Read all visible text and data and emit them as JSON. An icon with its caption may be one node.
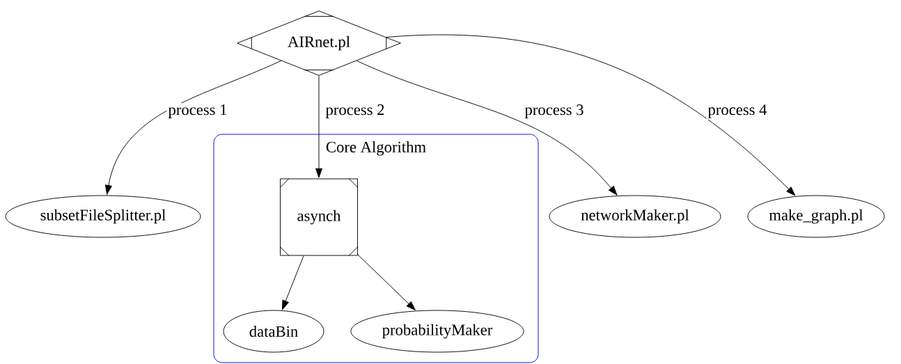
{
  "diagram": {
    "nodes": [
      {
        "text": [
          "AIRnet.pl"
        ]
      },
      {
        "text": [
          "subsetFileSplitter.pl"
        ]
      },
      {
        "text": [
          "Core Algorithm"
        ]
      },
      {
        "text": [
          "asynch"
        ],
        "in": 2
      },
      {
        "text": [
          "networkMaker.pl"
        ]
      },
      {
        "text": [
          "make_graph.pl"
        ]
      },
      {
        "text": [
          "dataBin"
        ],
        "in": 2
      },
      {
        "text": [
          "probabilityMaker"
        ],
        "in": 2
      }
    ],
    "edges": [
      {
        "from": 0,
        "to": 1,
        "arrow": "to",
        "label": "process 1"
      },
      {
        "from": 0,
        "to": 3,
        "arrow": "to",
        "label": "process 2"
      },
      {
        "from": 0,
        "to": 4,
        "arrow": "to",
        "label": "process 3"
      },
      {
        "from": 0,
        "to": 5,
        "arrow": "to",
        "label": "process 4"
      },
      {
        "from": 3,
        "to": 6,
        "arrow": "to"
      },
      {
        "from": 3,
        "to": 7,
        "arrow": "to"
      }
    ]
  }
}
